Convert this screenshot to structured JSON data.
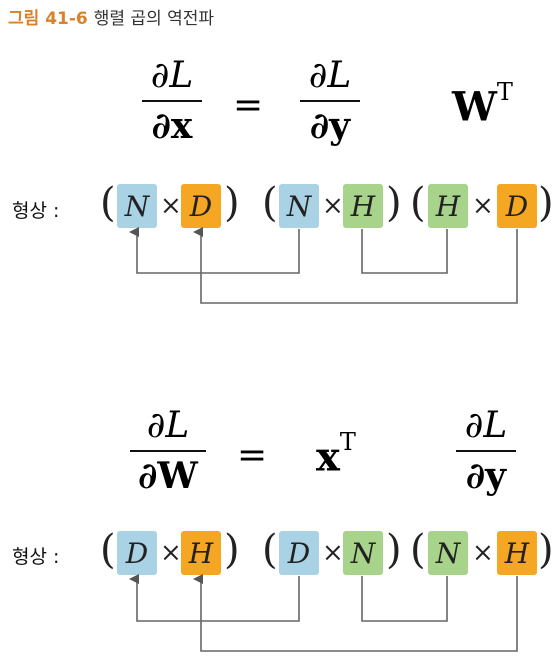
{
  "caption": {
    "figure_label": "그림 41-6",
    "title": "행렬 곱의 역전파"
  },
  "shape_label": "형상 :",
  "top": {
    "lhs": {
      "num": "∂L",
      "den": "∂x"
    },
    "eq": "=",
    "mid": {
      "num": "∂L",
      "den": "∂y"
    },
    "rhs": {
      "base": "W",
      "sup": "T"
    },
    "shapes": [
      {
        "a": "N",
        "b": "D",
        "a_color": "#a9d2e5",
        "b_color": "#f5a623"
      },
      {
        "a": "N",
        "b": "H",
        "a_color": "#a9d2e5",
        "b_color": "#a7d48a"
      },
      {
        "a": "H",
        "b": "D",
        "a_color": "#a7d48a",
        "b_color": "#f5a623"
      }
    ]
  },
  "bottom": {
    "lhs": {
      "num": "∂L",
      "den": "∂W"
    },
    "eq": "=",
    "mid": {
      "base": "x",
      "sup": "T"
    },
    "rhs": {
      "num": "∂L",
      "den": "∂y"
    },
    "shapes": [
      {
        "a": "D",
        "b": "H",
        "a_color": "#a9d2e5",
        "b_color": "#f5a623"
      },
      {
        "a": "D",
        "b": "N",
        "a_color": "#a9d2e5",
        "b_color": "#a7d48a"
      },
      {
        "a": "N",
        "b": "H",
        "a_color": "#a7d48a",
        "b_color": "#f5a623"
      }
    ]
  },
  "times_symbol": "×",
  "open_paren": "(",
  "close_paren": ")"
}
